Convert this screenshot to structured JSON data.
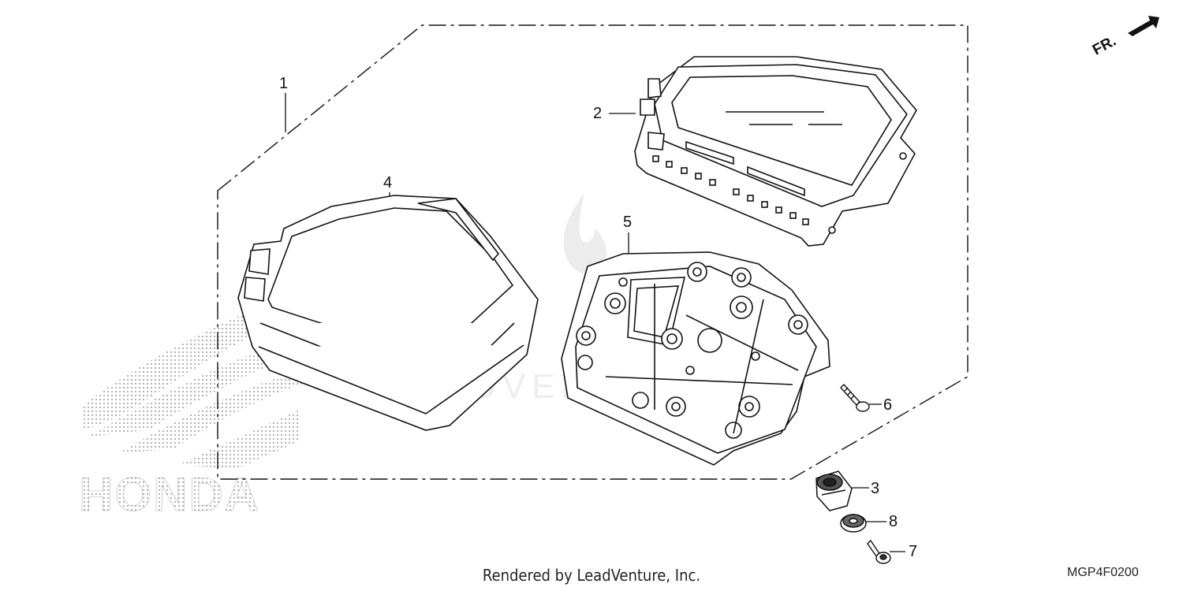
{
  "diagram": {
    "callouts": [
      {
        "id": "1",
        "label": "1"
      },
      {
        "id": "2",
        "label": "2"
      },
      {
        "id": "3",
        "label": "3"
      },
      {
        "id": "4",
        "label": "4"
      },
      {
        "id": "5",
        "label": "5"
      },
      {
        "id": "6",
        "label": "6"
      },
      {
        "id": "7",
        "label": "7"
      },
      {
        "id": "8",
        "label": "8"
      }
    ],
    "direction_indicator": "FR.",
    "watermark_brand": "HONDA",
    "watermark_text": "LEADVENTURE",
    "footer": "Rendered by LeadVenture, Inc.",
    "part_code": "MGP4F0200"
  }
}
